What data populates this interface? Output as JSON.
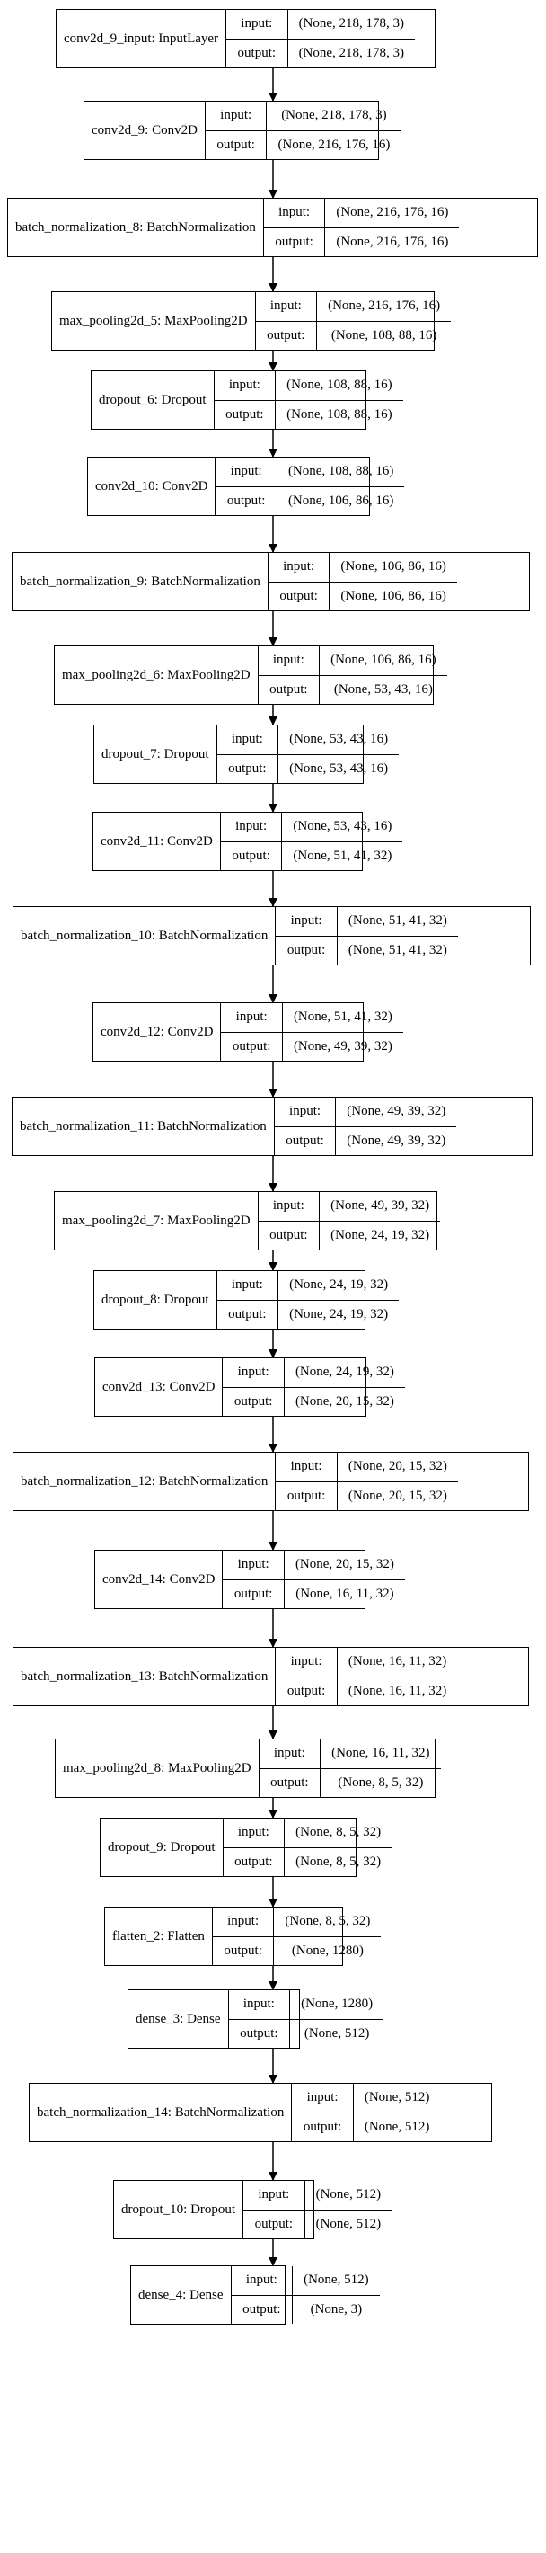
{
  "labels": {
    "input": "input:",
    "output": "output:"
  },
  "layers": [
    {
      "name": "conv2d_9_input: InputLayer",
      "input": "(None, 218, 178, 3)",
      "output": "(None, 218, 178, 3)"
    },
    {
      "name": "conv2d_9: Conv2D",
      "input": "(None, 218, 178, 3)",
      "output": "(None, 216, 176, 16)"
    },
    {
      "name": "batch_normalization_8: BatchNormalization",
      "input": "(None, 216, 176, 16)",
      "output": "(None, 216, 176, 16)"
    },
    {
      "name": "max_pooling2d_5: MaxPooling2D",
      "input": "(None, 216, 176, 16)",
      "output": "(None, 108, 88, 16)"
    },
    {
      "name": "dropout_6: Dropout",
      "input": "(None, 108, 88, 16)",
      "output": "(None, 108, 88, 16)"
    },
    {
      "name": "conv2d_10: Conv2D",
      "input": "(None, 108, 88, 16)",
      "output": "(None, 106, 86, 16)"
    },
    {
      "name": "batch_normalization_9: BatchNormalization",
      "input": "(None, 106, 86, 16)",
      "output": "(None, 106, 86, 16)"
    },
    {
      "name": "max_pooling2d_6: MaxPooling2D",
      "input": "(None, 106, 86, 16)",
      "output": "(None, 53, 43, 16)"
    },
    {
      "name": "dropout_7: Dropout",
      "input": "(None, 53, 43, 16)",
      "output": "(None, 53, 43, 16)"
    },
    {
      "name": "conv2d_11: Conv2D",
      "input": "(None, 53, 43, 16)",
      "output": "(None, 51, 41, 32)"
    },
    {
      "name": "batch_normalization_10: BatchNormalization",
      "input": "(None, 51, 41, 32)",
      "output": "(None, 51, 41, 32)"
    },
    {
      "name": "conv2d_12: Conv2D",
      "input": "(None, 51, 41, 32)",
      "output": "(None, 49, 39, 32)"
    },
    {
      "name": "batch_normalization_11: BatchNormalization",
      "input": "(None, 49, 39, 32)",
      "output": "(None, 49, 39, 32)"
    },
    {
      "name": "max_pooling2d_7: MaxPooling2D",
      "input": "(None, 49, 39, 32)",
      "output": "(None, 24, 19, 32)"
    },
    {
      "name": "dropout_8: Dropout",
      "input": "(None, 24, 19, 32)",
      "output": "(None, 24, 19, 32)"
    },
    {
      "name": "conv2d_13: Conv2D",
      "input": "(None, 24, 19, 32)",
      "output": "(None, 20, 15, 32)"
    },
    {
      "name": "batch_normalization_12: BatchNormalization",
      "input": "(None, 20, 15, 32)",
      "output": "(None, 20, 15, 32)"
    },
    {
      "name": "conv2d_14: Conv2D",
      "input": "(None, 20, 15, 32)",
      "output": "(None, 16, 11, 32)"
    },
    {
      "name": "batch_normalization_13: BatchNormalization",
      "input": "(None, 16, 11, 32)",
      "output": "(None, 16, 11, 32)"
    },
    {
      "name": "max_pooling2d_8: MaxPooling2D",
      "input": "(None, 16, 11, 32)",
      "output": "(None, 8, 5, 32)"
    },
    {
      "name": "dropout_9: Dropout",
      "input": "(None, 8, 5, 32)",
      "output": "(None, 8, 5, 32)"
    },
    {
      "name": "flatten_2: Flatten",
      "input": "(None, 8, 5, 32)",
      "output": "(None, 1280)"
    },
    {
      "name": "dense_3: Dense",
      "input": "(None, 1280)",
      "output": "(None, 512)"
    },
    {
      "name": "batch_normalization_14: BatchNormalization",
      "input": "(None, 512)",
      "output": "(None, 512)"
    },
    {
      "name": "dropout_10: Dropout",
      "input": "(None, 512)",
      "output": "(None, 512)"
    },
    {
      "name": "dense_4: Dense",
      "input": "(None, 512)",
      "output": "(None, 3)"
    }
  ]
}
